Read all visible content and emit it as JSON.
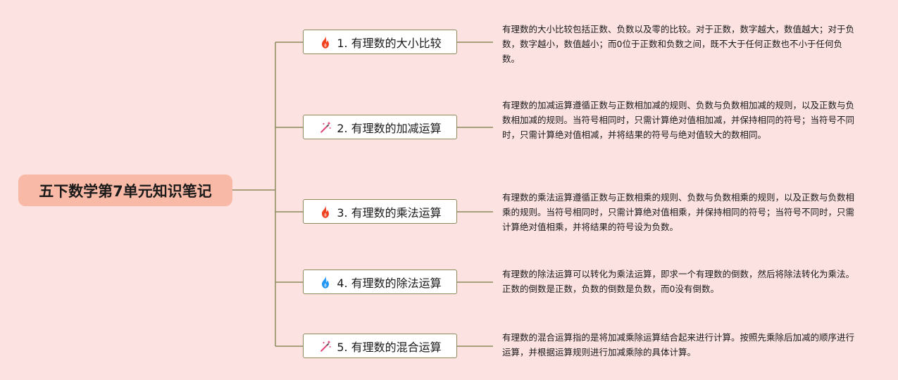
{
  "root": {
    "label": "五下数学第7单元知识笔记"
  },
  "colors": {
    "background": "#fde2e2",
    "root_fill": "#f8b9a6",
    "line": "#8c8a5a",
    "fire_red": "#f0411f",
    "fire_blue": "#2196f3",
    "wand": "#e0407a"
  },
  "topics": [
    {
      "label": "1. 有理数的大小比较",
      "icon": "fire-red-icon",
      "text": "有理数的大小比较包括正数、负数以及零的比较。对于正数，数字越大，数值越大；对于负数，数字越小，数值越小；而0位于正数和负数之间，既不大于任何正数也不小于任何负数。"
    },
    {
      "label": "2. 有理数的加减运算",
      "icon": "magic-wand-icon",
      "text": "有理数的加减运算遵循正数与正数相加减的规则、负数与负数相加减的规则，以及正数与负数相加减的规则。当符号相同时，只需计算绝对值相加减，并保持相同的符号；当符号不同时，只需计算绝对值相减，并将结果的符号与绝对值较大的数相同。"
    },
    {
      "label": "3. 有理数的乘法运算",
      "icon": "fire-red-icon",
      "text": "有理数的乘法运算遵循正数与正数相乘的规则、负数与负数相乘的规则，以及正数与负数相乘的规则。当符号相同时，只需计算绝对值相乘，并保持相同的符号；当符号不同时，只需计算绝对值相乘，并将结果的符号设为负数。"
    },
    {
      "label": "4. 有理数的除法运算",
      "icon": "fire-blue-icon",
      "text": "有理数的除法运算可以转化为乘法运算，即求一个有理数的倒数，然后将除法转化为乘法。正数的倒数是正数，负数的倒数是负数，而0没有倒数。"
    },
    {
      "label": "5. 有理数的混合运算",
      "icon": "magic-wand-icon",
      "text": "有理数的混合运算指的是将加减乘除运算结合起来进行计算。按照先乘除后加减的顺序进行运算，并根据运算规则进行加减乘除的具体计算。"
    }
  ]
}
